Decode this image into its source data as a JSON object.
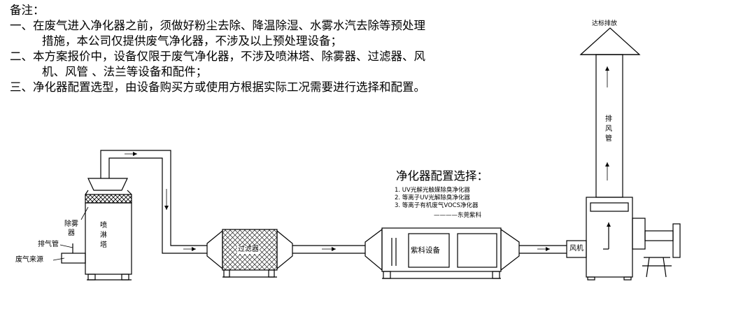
{
  "notes": {
    "heading": "备注：",
    "items": [
      {
        "marker": "一、",
        "line1": "在废气进入净化器之前，须做好粉尘去除、降温除湿、水雾水汽去除等预处理",
        "line2": "措施，本公司仅提供废气净化器，不涉及以上预处理设备；"
      },
      {
        "marker": "二、",
        "line1": "本方案报价中，设备仅限于废气净化器，不涉及喷淋塔、除雾器、过滤器、风",
        "line2": "机、风管    、法兰等设备和配件；"
      },
      {
        "marker": "三、",
        "line1": "净化器配置选型，由设备购买方或使用方根据实际工况需要进行选择和配置。"
      }
    ]
  },
  "labels": {
    "waste_source": "废气来源",
    "exhaust_pipe": "排气管",
    "demister": "除雾器",
    "spray_tower": "喷淋塔",
    "filter": "过滤器",
    "purifier": "紫科设备",
    "fan": "风机",
    "exhaust_duct": "排风管",
    "emission": "达标排放"
  },
  "config": {
    "title": "净化器配置选择：",
    "options": [
      "1. UV光解光触媒除臭净化器",
      "2. 等离子UV光解除臭净化器",
      "3. 等离子有机废气VOCS净化器"
    ],
    "signature": "————东莞紫科"
  }
}
